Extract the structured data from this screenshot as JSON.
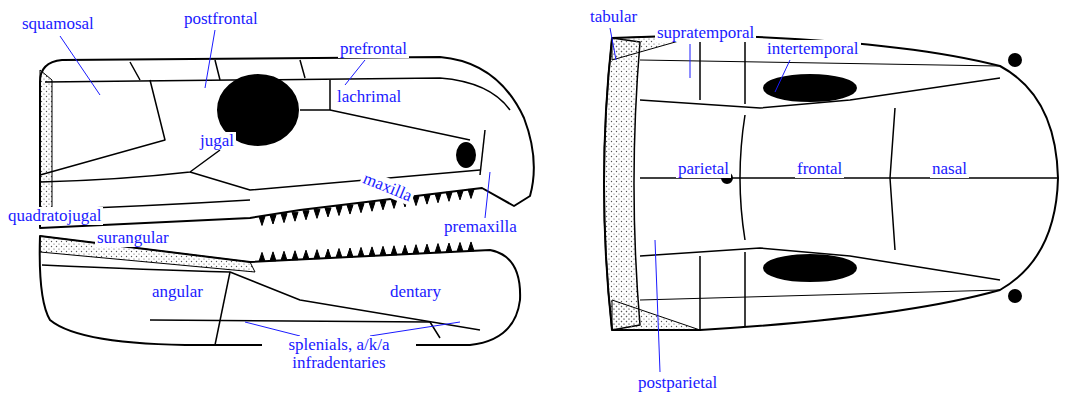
{
  "diagram": {
    "labels": [
      "squamosal",
      "postfrontal",
      "prefrontal",
      "tabular",
      "supratemporal",
      "intertemporal",
      "lachrimal",
      "jugal",
      "premaxilla",
      "parietal",
      "frontal",
      "nasal",
      "quadratojugal",
      "maxilla",
      "surangular",
      "angular",
      "dentary",
      "splenials, a/k/a infradentaries",
      "postparietal"
    ]
  }
}
